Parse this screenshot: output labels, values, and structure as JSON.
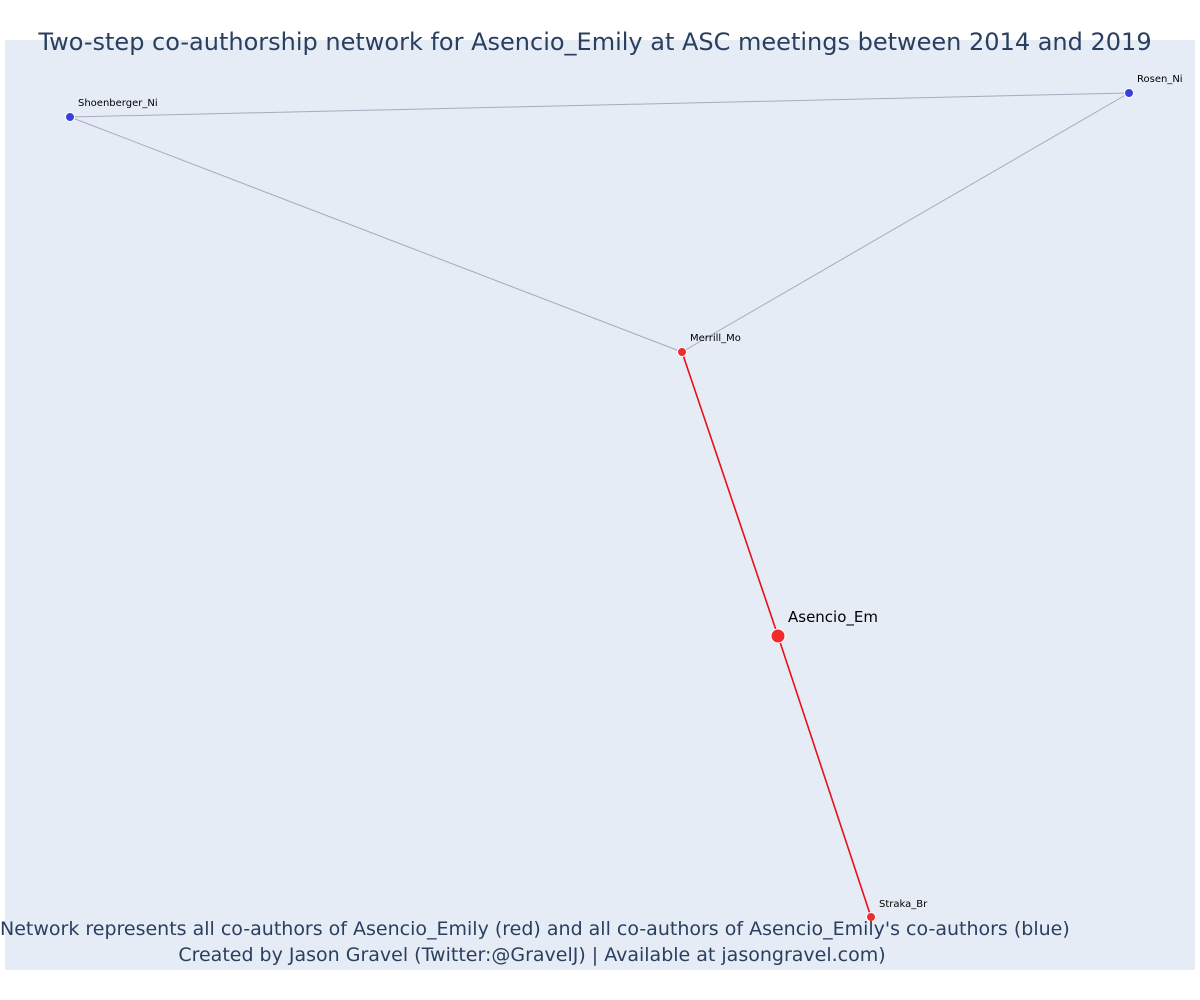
{
  "title": "Two-step co-authorship network for Asencio_Emily at ASC meetings between 2014 and 2019",
  "footer": {
    "line1": "Network represents all co-authors of Asencio_Emily (red) and all co-authors of Asencio_Emily's co-authors (blue)",
    "line2": "Created by Jason Gravel (Twitter:@GravelJ) | Available at jasongravel.com)"
  },
  "colors": {
    "background": "#e5ecf6",
    "first_degree": "#ef2b2b",
    "second_degree": "#3b3fe0",
    "direct_edge": "#e8101a",
    "indirect_edge": "#a9a9bf"
  },
  "nodes": [
    {
      "id": "Asencio_Em",
      "group": "focal",
      "label": "Asencio_Em"
    },
    {
      "id": "Merrill_Mo",
      "group": "co-author",
      "label": "Merrill_Mo"
    },
    {
      "id": "Straka_Br",
      "group": "co-author",
      "label": "Straka_Br"
    },
    {
      "id": "Shoenberger_Ni",
      "group": "co-author-of-co-author",
      "label": "Shoenberger_Ni"
    },
    {
      "id": "Rosen_Ni",
      "group": "co-author-of-co-author",
      "label": "Rosen_Ni"
    }
  ],
  "edges": [
    {
      "from": "Asencio_Em",
      "to": "Merrill_Mo",
      "kind": "direct"
    },
    {
      "from": "Asencio_Em",
      "to": "Straka_Br",
      "kind": "direct"
    },
    {
      "from": "Merrill_Mo",
      "to": "Shoenberger_Ni",
      "kind": "indirect"
    },
    {
      "from": "Merrill_Mo",
      "to": "Rosen_Ni",
      "kind": "indirect"
    },
    {
      "from": "Shoenberger_Ni",
      "to": "Rosen_Ni",
      "kind": "indirect"
    }
  ]
}
